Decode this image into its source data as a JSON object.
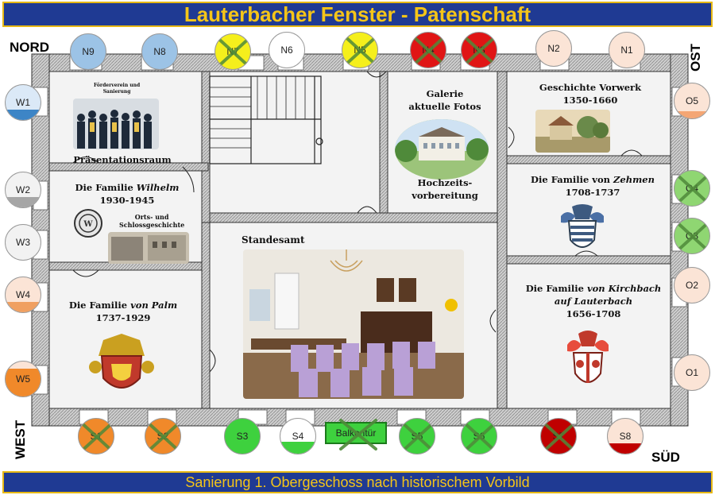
{
  "header": {
    "title": "Lauterbacher Fenster - Patenschaft"
  },
  "footer": {
    "caption": "Sanierung 1. Obergeschoss nach historischem Vorbild"
  },
  "compass": {
    "north": "NORD",
    "east": "OST",
    "west": "WEST",
    "south": "SÜD"
  },
  "rooms": {
    "presentation": {
      "photo_caption_line1": "Förderverein und",
      "photo_caption_line2": "Sanierung",
      "title": "Präsentationsraum"
    },
    "wilhelm": {
      "title_prefix": "Die Familie ",
      "title_name": "Wilhelm",
      "years": "1930-1945",
      "side_label_line1": "Orts- und",
      "side_label_line2": "Schlossgeschichte"
    },
    "palm": {
      "title_prefix": "Die Familie ",
      "title_name": "von Palm",
      "years": "1737-1929"
    },
    "gallery": {
      "line1": "Galerie",
      "line2": "aktuelle Fotos",
      "line3": "Hochzeits-",
      "line4": "vorbereitung"
    },
    "vorwerk": {
      "title": "Geschichte Vorwerk",
      "years": "1350-1660"
    },
    "zehmen": {
      "title_prefix": "Die Familie von ",
      "title_name": "Zehmen",
      "years": "1708-1737"
    },
    "kirchbach": {
      "line1_prefix": "Die Familie ",
      "line1_name": "von Kirchbach",
      "line2": "auf Lauterbach",
      "years": "1656-1708"
    },
    "standesamt": {
      "title": "Standesamt"
    }
  },
  "windows": [
    {
      "id": "N9",
      "label": "N9",
      "color": "#9cc3e6",
      "fill_color": "#9cc3e6",
      "fill": 1.0,
      "sponsored": false
    },
    {
      "id": "N8",
      "label": "N8",
      "color": "#9cc3e6",
      "fill_color": "#9cc3e6",
      "fill": 1.0,
      "sponsored": false
    },
    {
      "id": "N7",
      "label": "N7",
      "color": "#f5ef1c",
      "fill_color": "#f5ef1c",
      "fill": 1.0,
      "sponsored": true
    },
    {
      "id": "N6",
      "label": "N6",
      "color": "#ffffff",
      "fill_color": "#ffffff",
      "fill": 0.0,
      "sponsored": false
    },
    {
      "id": "N5",
      "label": "N5",
      "color": "#f5ef1c",
      "fill_color": "#f5ef1c",
      "fill": 1.0,
      "sponsored": true
    },
    {
      "id": "N4",
      "label": "N4",
      "color": "#e01515",
      "fill_color": "#e01515",
      "fill": 1.0,
      "sponsored": true
    },
    {
      "id": "N3",
      "label": "N3",
      "color": "#e01515",
      "fill_color": "#e01515",
      "fill": 1.0,
      "sponsored": true
    },
    {
      "id": "N2",
      "label": "N2",
      "color": "#fbe4d6",
      "fill_color": "#fbe4d6",
      "fill": 1.0,
      "sponsored": false
    },
    {
      "id": "N1",
      "label": "N1",
      "color": "#fbe4d6",
      "fill_color": "#fbe4d6",
      "fill": 1.0,
      "sponsored": false
    },
    {
      "id": "W1",
      "label": "W1",
      "color": "#dbe9f7",
      "fill_color": "#3d85c6",
      "fill": 0.3,
      "sponsored": false
    },
    {
      "id": "W2",
      "label": "W2",
      "color": "#f2f2f2",
      "fill_color": "#a6a6a6",
      "fill": 0.3,
      "sponsored": false
    },
    {
      "id": "W3",
      "label": "W3",
      "color": "#f2f2f2",
      "fill_color": "#a6a6a6",
      "fill": 0.0,
      "sponsored": false
    },
    {
      "id": "W4",
      "label": "W4",
      "color": "#fbe4d6",
      "fill_color": "#f0a061",
      "fill": 0.3,
      "sponsored": false
    },
    {
      "id": "W5",
      "label": "W5",
      "color": "#fbe4d6",
      "fill_color": "#f0892a",
      "fill": 0.8,
      "sponsored": false
    },
    {
      "id": "O5",
      "label": "O5",
      "color": "#fbe4d6",
      "fill_color": "#f4a674",
      "fill": 0.2,
      "sponsored": false
    },
    {
      "id": "O4",
      "label": "O4",
      "color": "#8fd672",
      "fill_color": "#8fd672",
      "fill": 1.0,
      "sponsored": true
    },
    {
      "id": "O3",
      "label": "O3",
      "color": "#8fd672",
      "fill_color": "#8fd672",
      "fill": 1.0,
      "sponsored": true
    },
    {
      "id": "O2",
      "label": "O2",
      "color": "#fbe4d6",
      "fill_color": "#fbe4d6",
      "fill": 1.0,
      "sponsored": false
    },
    {
      "id": "O1",
      "label": "O1",
      "color": "#fbe4d6",
      "fill_color": "#fbe4d6",
      "fill": 1.0,
      "sponsored": false
    },
    {
      "id": "S1",
      "label": "S1",
      "color": "#f0892a",
      "fill_color": "#f0892a",
      "fill": 1.0,
      "sponsored": true
    },
    {
      "id": "S2",
      "label": "S2",
      "color": "#f0892a",
      "fill_color": "#f0892a",
      "fill": 1.0,
      "sponsored": true
    },
    {
      "id": "S3",
      "label": "S3",
      "color": "#3ed13e",
      "fill_color": "#3ed13e",
      "fill": 1.0,
      "sponsored": false
    },
    {
      "id": "S4",
      "label": "S4",
      "color": "#ffffff",
      "fill_color": "#3ed13e",
      "fill": 0.35,
      "sponsored": false
    },
    {
      "id": "S5",
      "label": "S5",
      "color": "#3ed13e",
      "fill_color": "#3ed13e",
      "fill": 1.0,
      "sponsored": true
    },
    {
      "id": "S6",
      "label": "S6",
      "color": "#3ed13e",
      "fill_color": "#3ed13e",
      "fill": 1.0,
      "sponsored": true
    },
    {
      "id": "S7",
      "label": "S7",
      "color": "#c00000",
      "fill_color": "#c00000",
      "fill": 1.0,
      "sponsored": true
    },
    {
      "id": "S8",
      "label": "S8",
      "color": "#fbe4d6",
      "fill_color": "#c00000",
      "fill": 0.3,
      "sponsored": false
    }
  ],
  "balcony_door": {
    "label": "Balkontür",
    "sponsored": true
  }
}
